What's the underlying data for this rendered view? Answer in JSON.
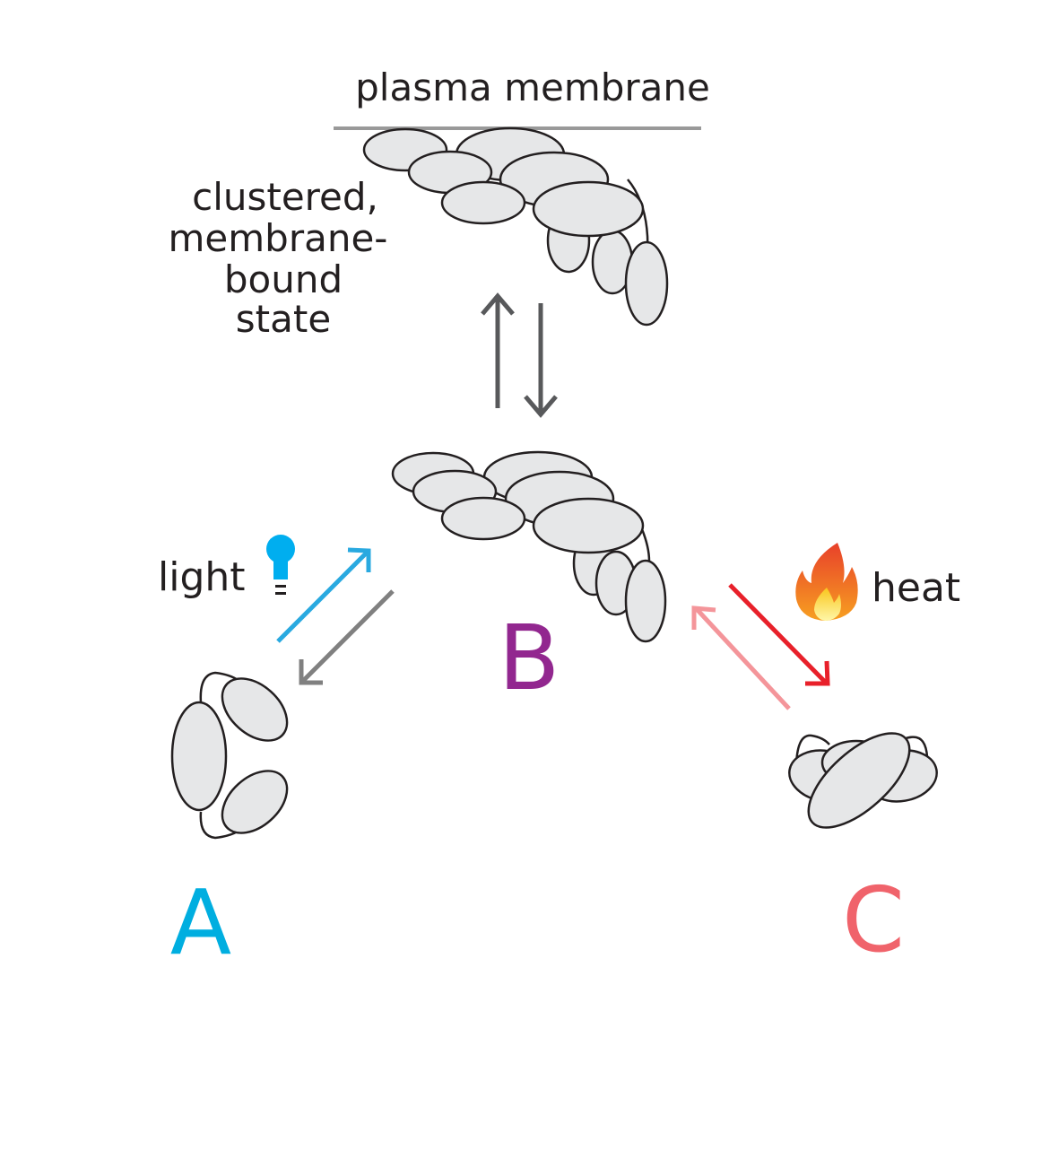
{
  "labels": {
    "membrane": "plasma membrane",
    "clustered": [
      "clustered,",
      "membrane-",
      "bound",
      "state"
    ],
    "light": "light",
    "heat": "heat",
    "state_a": "A",
    "state_b": "B",
    "state_c": "C"
  },
  "colors": {
    "membrane_line": "#999999",
    "protein_fill": "#e6e7e8",
    "outline": "#231f20",
    "dark_arrow": "#58595b",
    "gray_arrow": "#808080",
    "light_arrow": "#29a9e0",
    "heat_arrow": "#e8202a",
    "heat_back_arrow": "#f4959a",
    "state_a": "#00aee0",
    "state_b": "#92278f",
    "state_c": "#f0636b",
    "bulb": "#00aeef"
  },
  "icons": {
    "light": "lightbulb-icon",
    "heat": "flame-icon"
  }
}
